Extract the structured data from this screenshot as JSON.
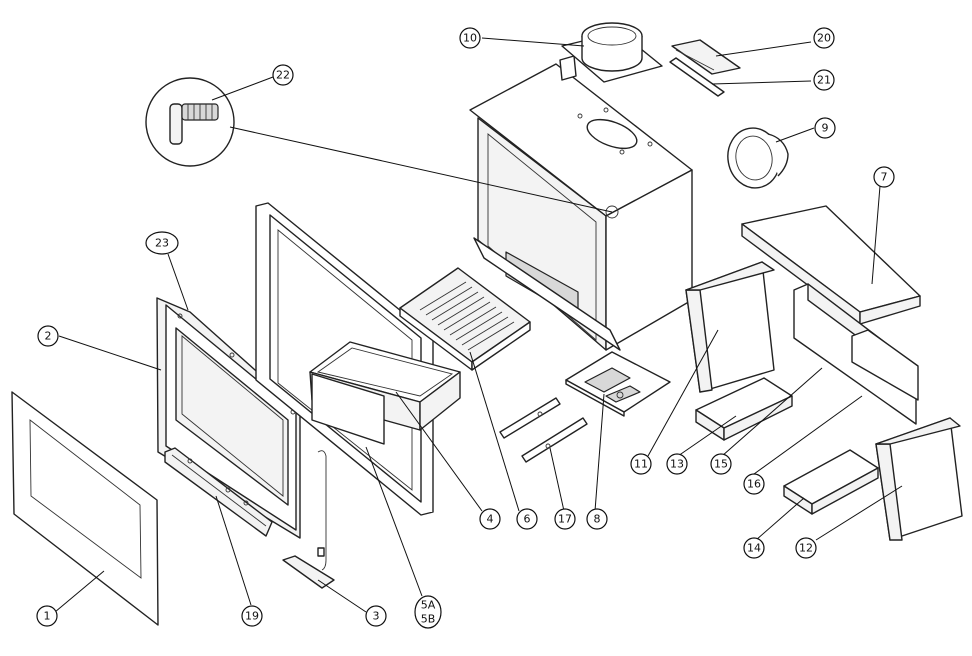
{
  "callouts": [
    {
      "id": "1",
      "label": "1"
    },
    {
      "id": "2",
      "label": "2"
    },
    {
      "id": "3",
      "label": "3"
    },
    {
      "id": "4",
      "label": "4"
    },
    {
      "id": "5",
      "label_line1": "5A",
      "label_line2": "5B"
    },
    {
      "id": "6",
      "label": "6"
    },
    {
      "id": "7",
      "label": "7"
    },
    {
      "id": "8",
      "label": "8"
    },
    {
      "id": "9",
      "label": "9"
    },
    {
      "id": "10",
      "label": "10"
    },
    {
      "id": "11",
      "label": "11"
    },
    {
      "id": "12",
      "label": "12"
    },
    {
      "id": "13",
      "label": "13"
    },
    {
      "id": "14",
      "label": "14"
    },
    {
      "id": "15",
      "label": "15"
    },
    {
      "id": "16",
      "label": "16"
    },
    {
      "id": "17",
      "label": "17"
    },
    {
      "id": "19",
      "label": "19"
    },
    {
      "id": "20",
      "label": "20"
    },
    {
      "id": "21",
      "label": "21"
    },
    {
      "id": "22",
      "label": "22"
    },
    {
      "id": "23",
      "label": "23"
    }
  ]
}
